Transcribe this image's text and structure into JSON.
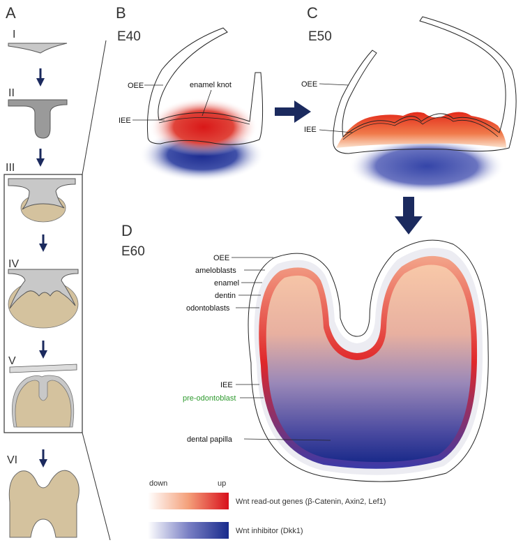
{
  "panels": {
    "a": {
      "letter": "A",
      "stages": [
        "I",
        "II",
        "III",
        "IV",
        "V",
        "VI"
      ]
    },
    "b": {
      "letter": "B",
      "stage": "E40",
      "labels": {
        "oee": "OEE",
        "iee": "IEE",
        "knot": "enamel knot"
      }
    },
    "c": {
      "letter": "C",
      "stage": "E50",
      "labels": {
        "oee": "OEE",
        "iee": "IEE"
      }
    },
    "d": {
      "letter": "D",
      "stage": "E60",
      "labels": {
        "oee": "OEE",
        "ameloblasts": "ameloblasts",
        "enamel": "enamel",
        "dentin": "dentin",
        "odontoblasts": "odontoblasts",
        "iee": "IEE",
        "preodontoblast": "pre-odontoblast",
        "papilla": "dental papilla"
      }
    }
  },
  "legend": {
    "down": "down",
    "up": "up",
    "wnt_readout": "Wnt read-out genes (β-Catenin, Axin2, Lef1)",
    "wnt_inhibitor": "Wnt inhibitor (Dkk1)"
  },
  "colors": {
    "epithelium": "#c8c8c8",
    "mesenchyme": "#d4c29e",
    "arrow": "#1b2a5e",
    "wnt_up": "#d61c1c",
    "inhibitor_up": "#1f2f8f",
    "green_label": "#2e9a2e"
  }
}
